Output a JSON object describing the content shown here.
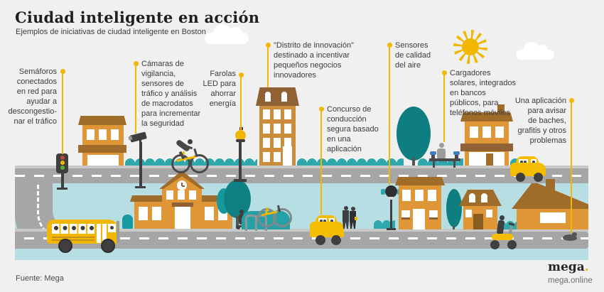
{
  "header": {
    "title": "Ciudad inteligente en acción",
    "subtitle": "Ejemplos de iniciativas de ciudad inteligente en Boston"
  },
  "callouts": {
    "traffic_lights": {
      "text": "Semáforos\nconectados\nen red para\nayudar a\ndescongestio-\nnar el tráfico"
    },
    "cameras": {
      "text": "Cámaras de\nvigilancia,\nsensores de\ntráfico y análisis\nde macrodatos\npara incrementar\nla seguridad"
    },
    "led_lamps": {
      "text": "Farolas\nLED para\nahorrar\nenergía"
    },
    "innovation_district": {
      "text": "\"Distrito de innovación\"\ndestinado a incentivar\npequeños negocios\ninnovadores"
    },
    "driving_contest": {
      "text": "Concurso de\nconducción\nsegura basado\nen una\naplicación"
    },
    "air_quality": {
      "text": "Sensores\nde calidad\ndel aire"
    },
    "solar_chargers": {
      "text": "Cargadores\nsolares, integrados\nen bancos\npúblicos, para\nteléfonos móviles"
    },
    "report_app": {
      "text": "Una aplicación\npara avisar\nde baches,\ngrafitis y otros\nproblemas"
    }
  },
  "footer": {
    "source": "Fuente: Mega",
    "brand": "mega",
    "brand_dot": ".",
    "site": "mega.online"
  },
  "colors": {
    "accent_yellow": "#f2b705",
    "building_orange": "#df9636",
    "roof_brown": "#a06c2a",
    "teal_hedge": "#2fa8ad",
    "teal_tree": "#0e7e81",
    "light_blue": "#b7dfe3",
    "road_gray": "#a6a6a6",
    "page_bg": "#f0f0f1"
  }
}
